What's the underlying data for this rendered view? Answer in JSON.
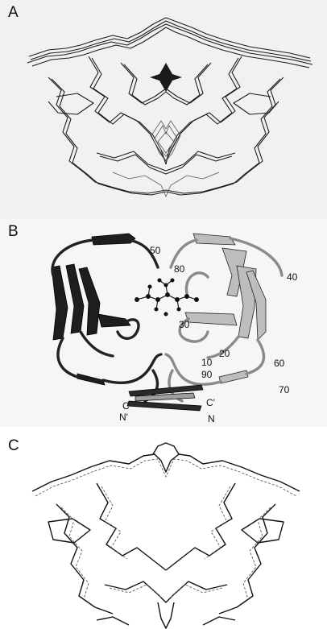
{
  "panels": {
    "a": {
      "label": "A"
    },
    "b": {
      "label": "B",
      "residue_labels": [
        "50",
        "80",
        "40",
        "30",
        "20",
        "60",
        "10",
        "90",
        "70"
      ],
      "termini": [
        "C",
        "C'",
        "N'",
        "N"
      ]
    },
    "c": {
      "label": "C"
    }
  },
  "colors": {
    "dark_strand": "#1a1a1a",
    "light_strand": "#9a9a9a",
    "background": "#f1f1f1"
  },
  "icons": {
    "ligand": "ball-and-stick-molecule-icon"
  }
}
